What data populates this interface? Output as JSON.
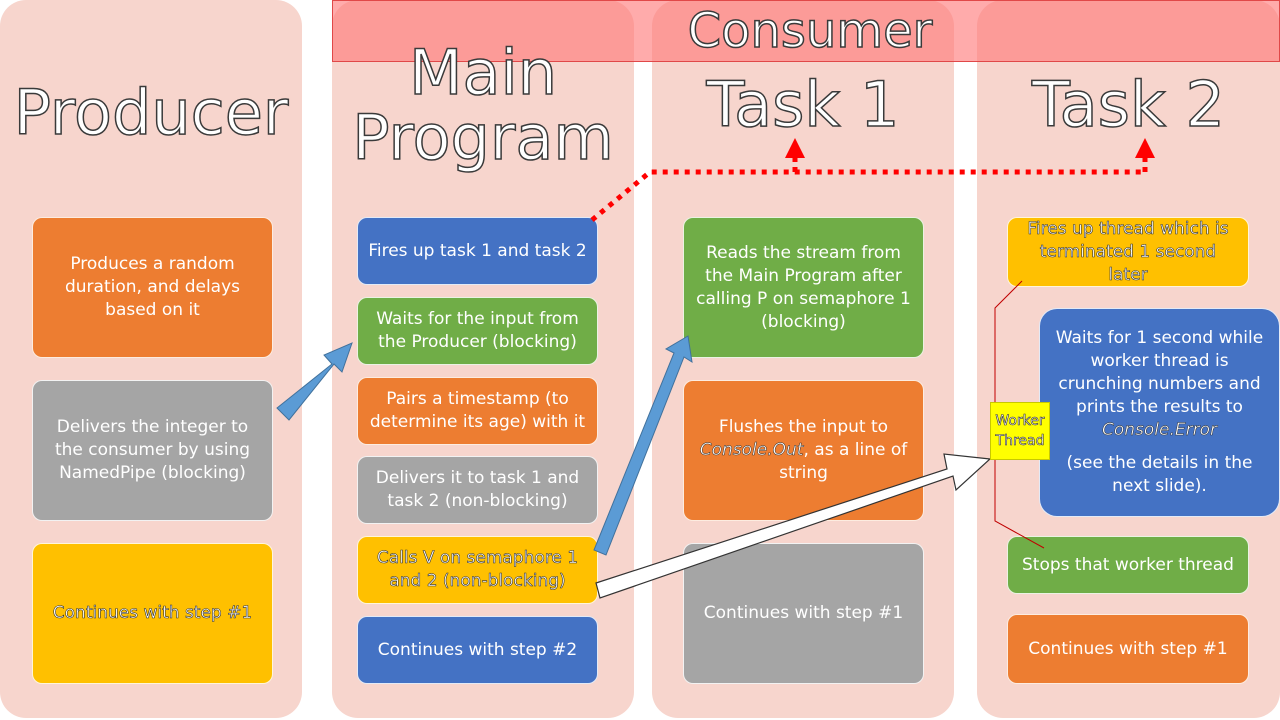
{
  "titles": {
    "consumer": "Consumer",
    "producer": "Producer",
    "main": "Main Program",
    "task1": "Task 1",
    "task2": "Task 2"
  },
  "producer": {
    "box1": "Produces a random duration, and delays based on it",
    "box2": "Delivers the integer to the consumer by using NamedPipe (blocking)",
    "box3": "Continues with step #1"
  },
  "main": {
    "box1": "Fires up task 1 and task 2",
    "box2": "Waits for the input from the Producer (blocking)",
    "box3": "Pairs a timestamp (to determine its age) with it",
    "box4": "Delivers it to task 1 and task 2 (non-blocking)",
    "box5": "Calls V on semaphore 1 and 2 (non-blocking)",
    "box6": "Continues with step #2"
  },
  "task1": {
    "box1": "Reads the stream from the Main Program after calling P on semaphore 1 (blocking)",
    "box2_pre": "Flushes the input to",
    "box2_italic": "Console.Out",
    "box2_post": ", as a line of string",
    "box3": "Continues with step #1"
  },
  "task2": {
    "box1": "Fires up thread which is terminated 1 second later",
    "box2_main": "Waits for 1 second while worker thread is crunching numbers and prints the results to",
    "box2_italic": "Console.Error",
    "box2_note": "(see the details in the next slide).",
    "box3": "Stops that worker thread",
    "box4": "Continues with step #1",
    "worker_label": "Worker Thread"
  },
  "colors": {
    "orange": "#ed7d31",
    "gray": "#a5a5a5",
    "yellow": "#ffc000",
    "blue": "#4472c4",
    "green": "#70ad47",
    "column_bg": "#f7d5cd",
    "banner": "#ff7878",
    "dotted_arrow": "#ff0000",
    "block_arrow": "#5b9bd5"
  }
}
